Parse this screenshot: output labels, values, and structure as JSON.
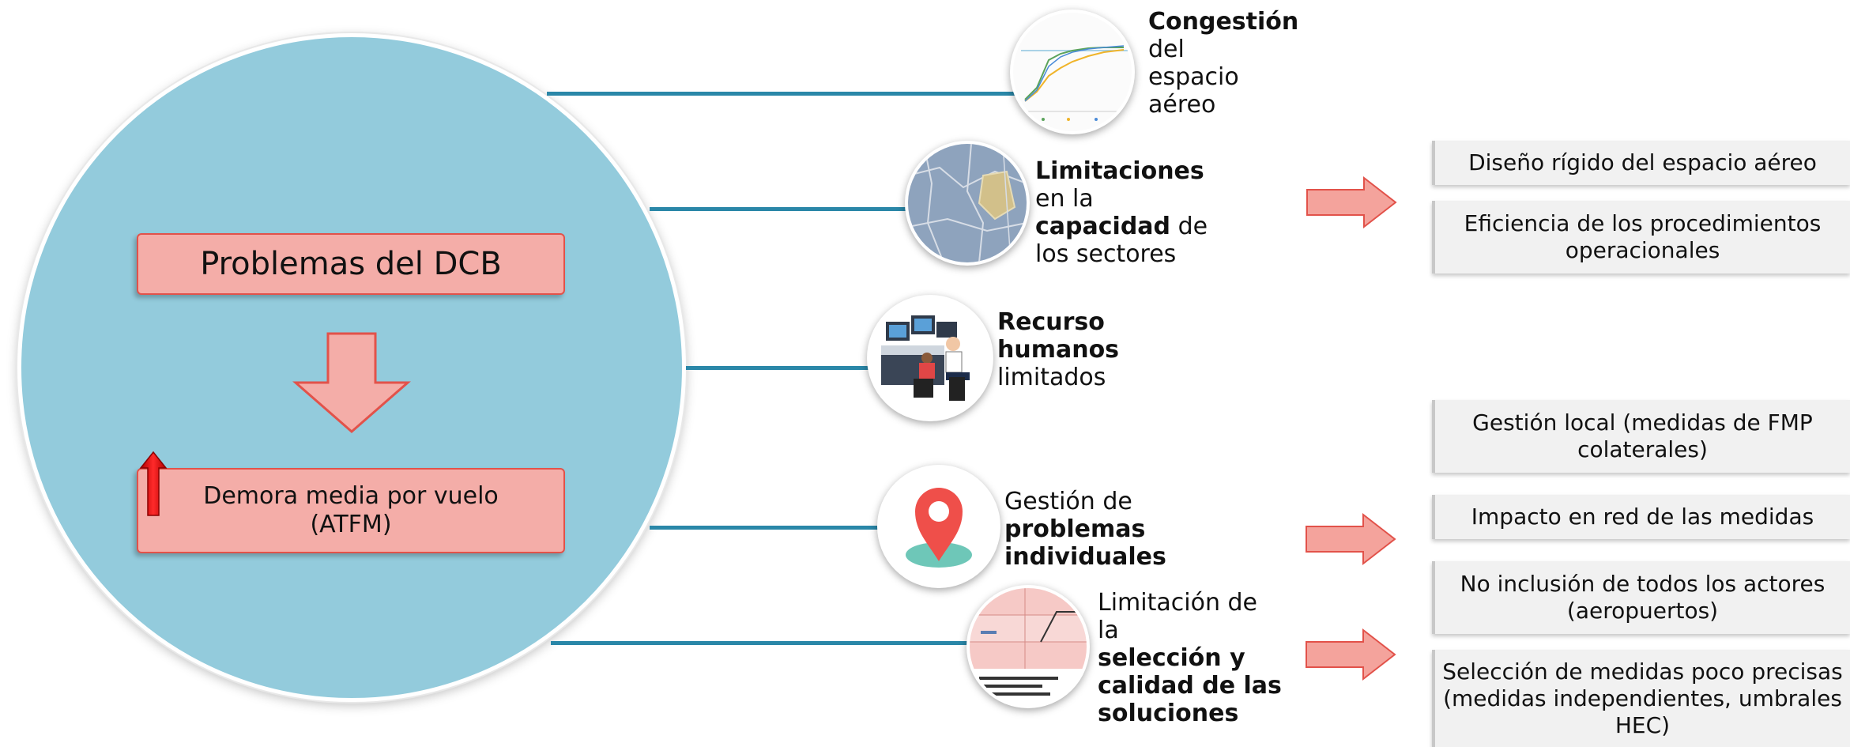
{
  "center": {
    "title": "Problemas del DCB",
    "delay_label": "Demora media por vuelo (ATFM)"
  },
  "causes": [
    {
      "bold": "Congestión",
      "rest": "del espacio aéreo",
      "icon": "line-chart-icon"
    },
    {
      "bold1": "Limitaciones",
      "text1": "en la",
      "bold2": "capacidad",
      "text2": "de los sectores",
      "icon": "sector-map-icon"
    },
    {
      "bold": "Recurso humanos",
      "rest": "limitados",
      "icon": "controllers-icon"
    },
    {
      "text": "Gestión de",
      "bold": "problemas individuales",
      "icon": "map-pin-icon"
    },
    {
      "text1": "Limitación de la",
      "bold": "selección y calidad de las soluciones",
      "icon": "sector-table-icon"
    }
  ],
  "issues": [
    "Diseño rígido del espacio aéreo",
    "Eficiencia de los procedimientos operacionales",
    "Gestión local (medidas de FMP colaterales)",
    "Impacto en red de las medidas",
    "No inclusión de todos los actores (aeropuertos)",
    "Selección de medidas poco precisas (medidas independientes, umbrales HEC)"
  ],
  "colors": {
    "circle": "#93cbdc",
    "pink_box": "#f4ada8",
    "pink_border": "#e2524a",
    "line": "#2a87a8",
    "arrow": "#f4a39c",
    "red_arrow": "#e8141a"
  }
}
